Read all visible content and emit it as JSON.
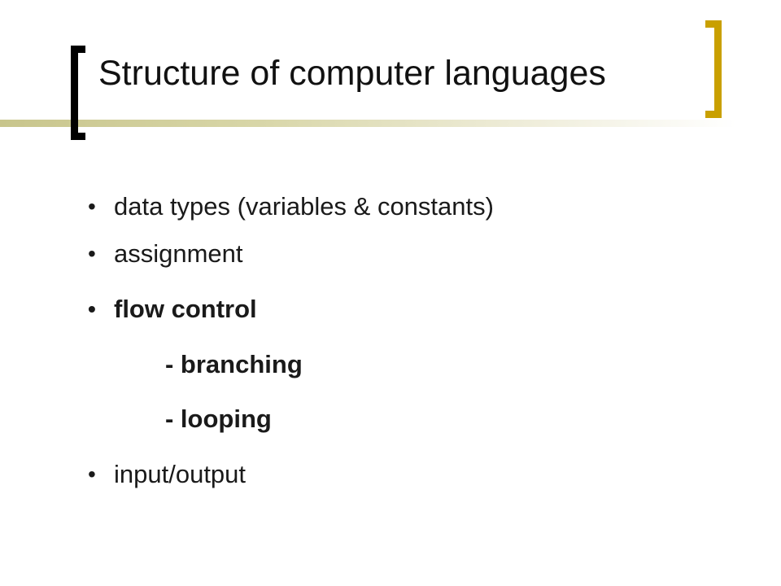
{
  "slide": {
    "title": "Structure of computer languages",
    "bullet_glyph": "•",
    "items": [
      {
        "text": "data types (variables & constants)"
      },
      {
        "text": "assignment"
      },
      {
        "text": "flow control"
      },
      {
        "text": "- branching"
      },
      {
        "text": "- looping"
      },
      {
        "text": "input/output"
      }
    ]
  },
  "colors": {
    "title_text": "#111111",
    "body_text": "#1a1a1a",
    "left_bracket": "#000000",
    "right_bracket": "#c9a000",
    "rule_start": "#c8c58c"
  }
}
